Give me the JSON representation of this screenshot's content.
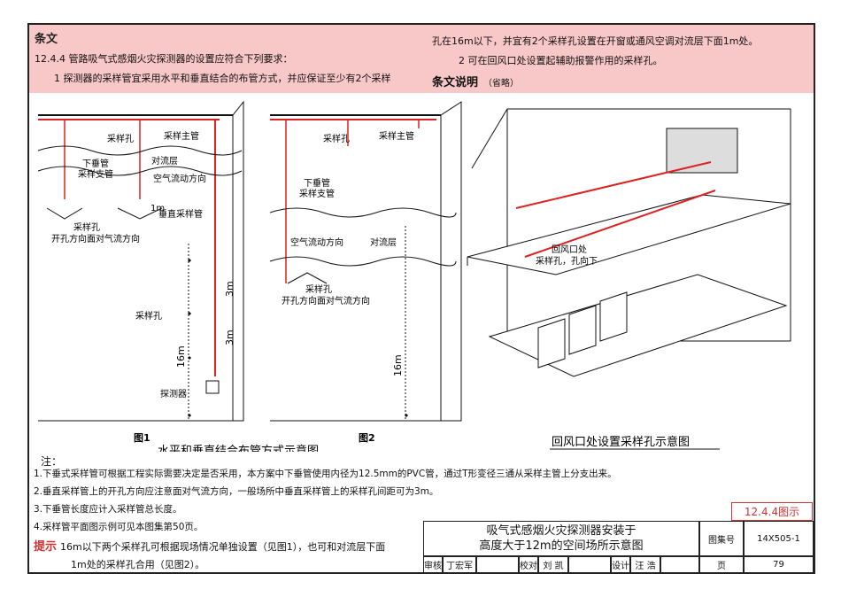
{
  "header": {
    "section_title": "条文",
    "clause_line1": "12.4.4  管路吸气式感烟火灾探测器的设置应符合下列要求：",
    "clause_line2": "1  探测器的采样管宜采用水平和垂直结合的布管方式，并应保证至少有2个采样",
    "clause_line3": "孔在16m以下，并宜有2个采样孔设置在开窗或通风空调对流层下面1m处。",
    "clause_line4": "2  可在回风口处设置起辅助报警作用的采样孔。",
    "explain_title": "条文说明",
    "explain_note": "（省略）"
  },
  "fig1": {
    "label_hole_top": "采样孔",
    "label_main_pipe": "采样主管",
    "label_down_pipe": "下垂管\n采样支管",
    "label_convection": "对流层",
    "label_airflow": "空气流动方向",
    "label_1m": "1m",
    "label_vertical_pipe": "垂直采样管",
    "label_hole_bottom": "采样孔\n开孔方向面对气流方向",
    "label_3m_a": "3m",
    "label_3m_b": "3m",
    "label_holes_side": "采样孔",
    "label_16m": "16m",
    "label_detector": "探测器",
    "caption": "图1"
  },
  "fig2": {
    "label_hole_top": "采样孔",
    "label_main_pipe": "采样主管",
    "label_down_pipe": "下垂管\n采样支管",
    "label_airflow": "空气流动方向",
    "label_convection": "对流层",
    "label_hole_bottom": "采样孔\n开孔方向面对气流方向",
    "label_16m": "16m",
    "caption": "图2"
  },
  "fig3": {
    "label_return": "回风口处\n采样孔，孔向下",
    "caption": "回风口处设置采样孔示意图"
  },
  "combined_caption": "水平和垂直结合布管方式示意图",
  "notes": {
    "heading": "注：",
    "items": [
      "1.下垂式采样管可根据工程实际需要决定是否采用，本方案中下垂管使用内径为12.5mm的PVC管，通过T形变径三通从采样主管上分支出来。",
      "2.垂直采样管上的开孔方向应注意面对气流方向，一般场所中垂直采样管上的采样孔间距可为3m。",
      "3.下垂管长度应计入采样管总长度。",
      "4.采样管平面图示例可见本图集第50页。"
    ]
  },
  "tip": {
    "label": "提示",
    "line1": "16m以下两个采样孔可根据现场情况单独设置（见图1），也可和对流层下面",
    "line2": "1m处的采样孔合用（见图2）。"
  },
  "title_block": {
    "figure_number": "12.4.4图示",
    "title_line1": "吸气式感烟火灾探测器安装于",
    "title_line2": "高度大于12m的空间场所示意图",
    "atlas_label": "图集号",
    "atlas_value": "14X505-1",
    "review_label": "审核",
    "review_name": "丁宏军",
    "check_label": "校对",
    "check_name": "刘 凯",
    "design_label": "设计",
    "design_name": "汪 浩",
    "page_label": "页",
    "page_value": "79"
  }
}
